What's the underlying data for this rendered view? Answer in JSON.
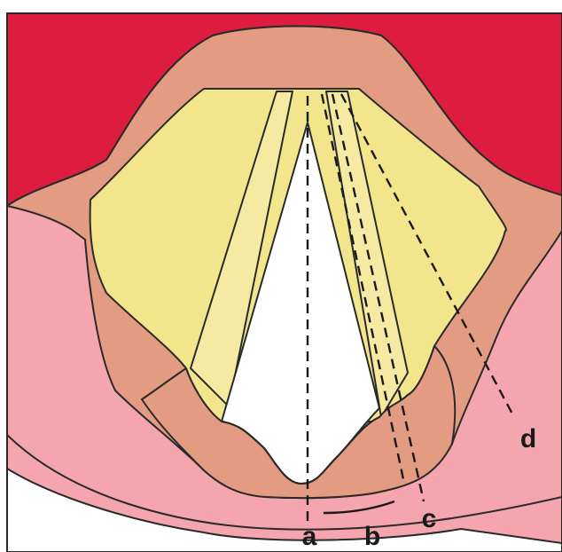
{
  "diagram": {
    "labels": {
      "a": "a",
      "b": "b",
      "c": "c",
      "d": "d"
    }
  },
  "colors": {
    "background": "#ffffff",
    "upper_red": "#dd1c40",
    "salmon": "#e39b82",
    "pink": "#f4a5ad",
    "yellow": "#f2e58c",
    "pale_yellow": "#f6eaa2",
    "opening": "#ffffff",
    "outline": "#2a2a2a"
  }
}
